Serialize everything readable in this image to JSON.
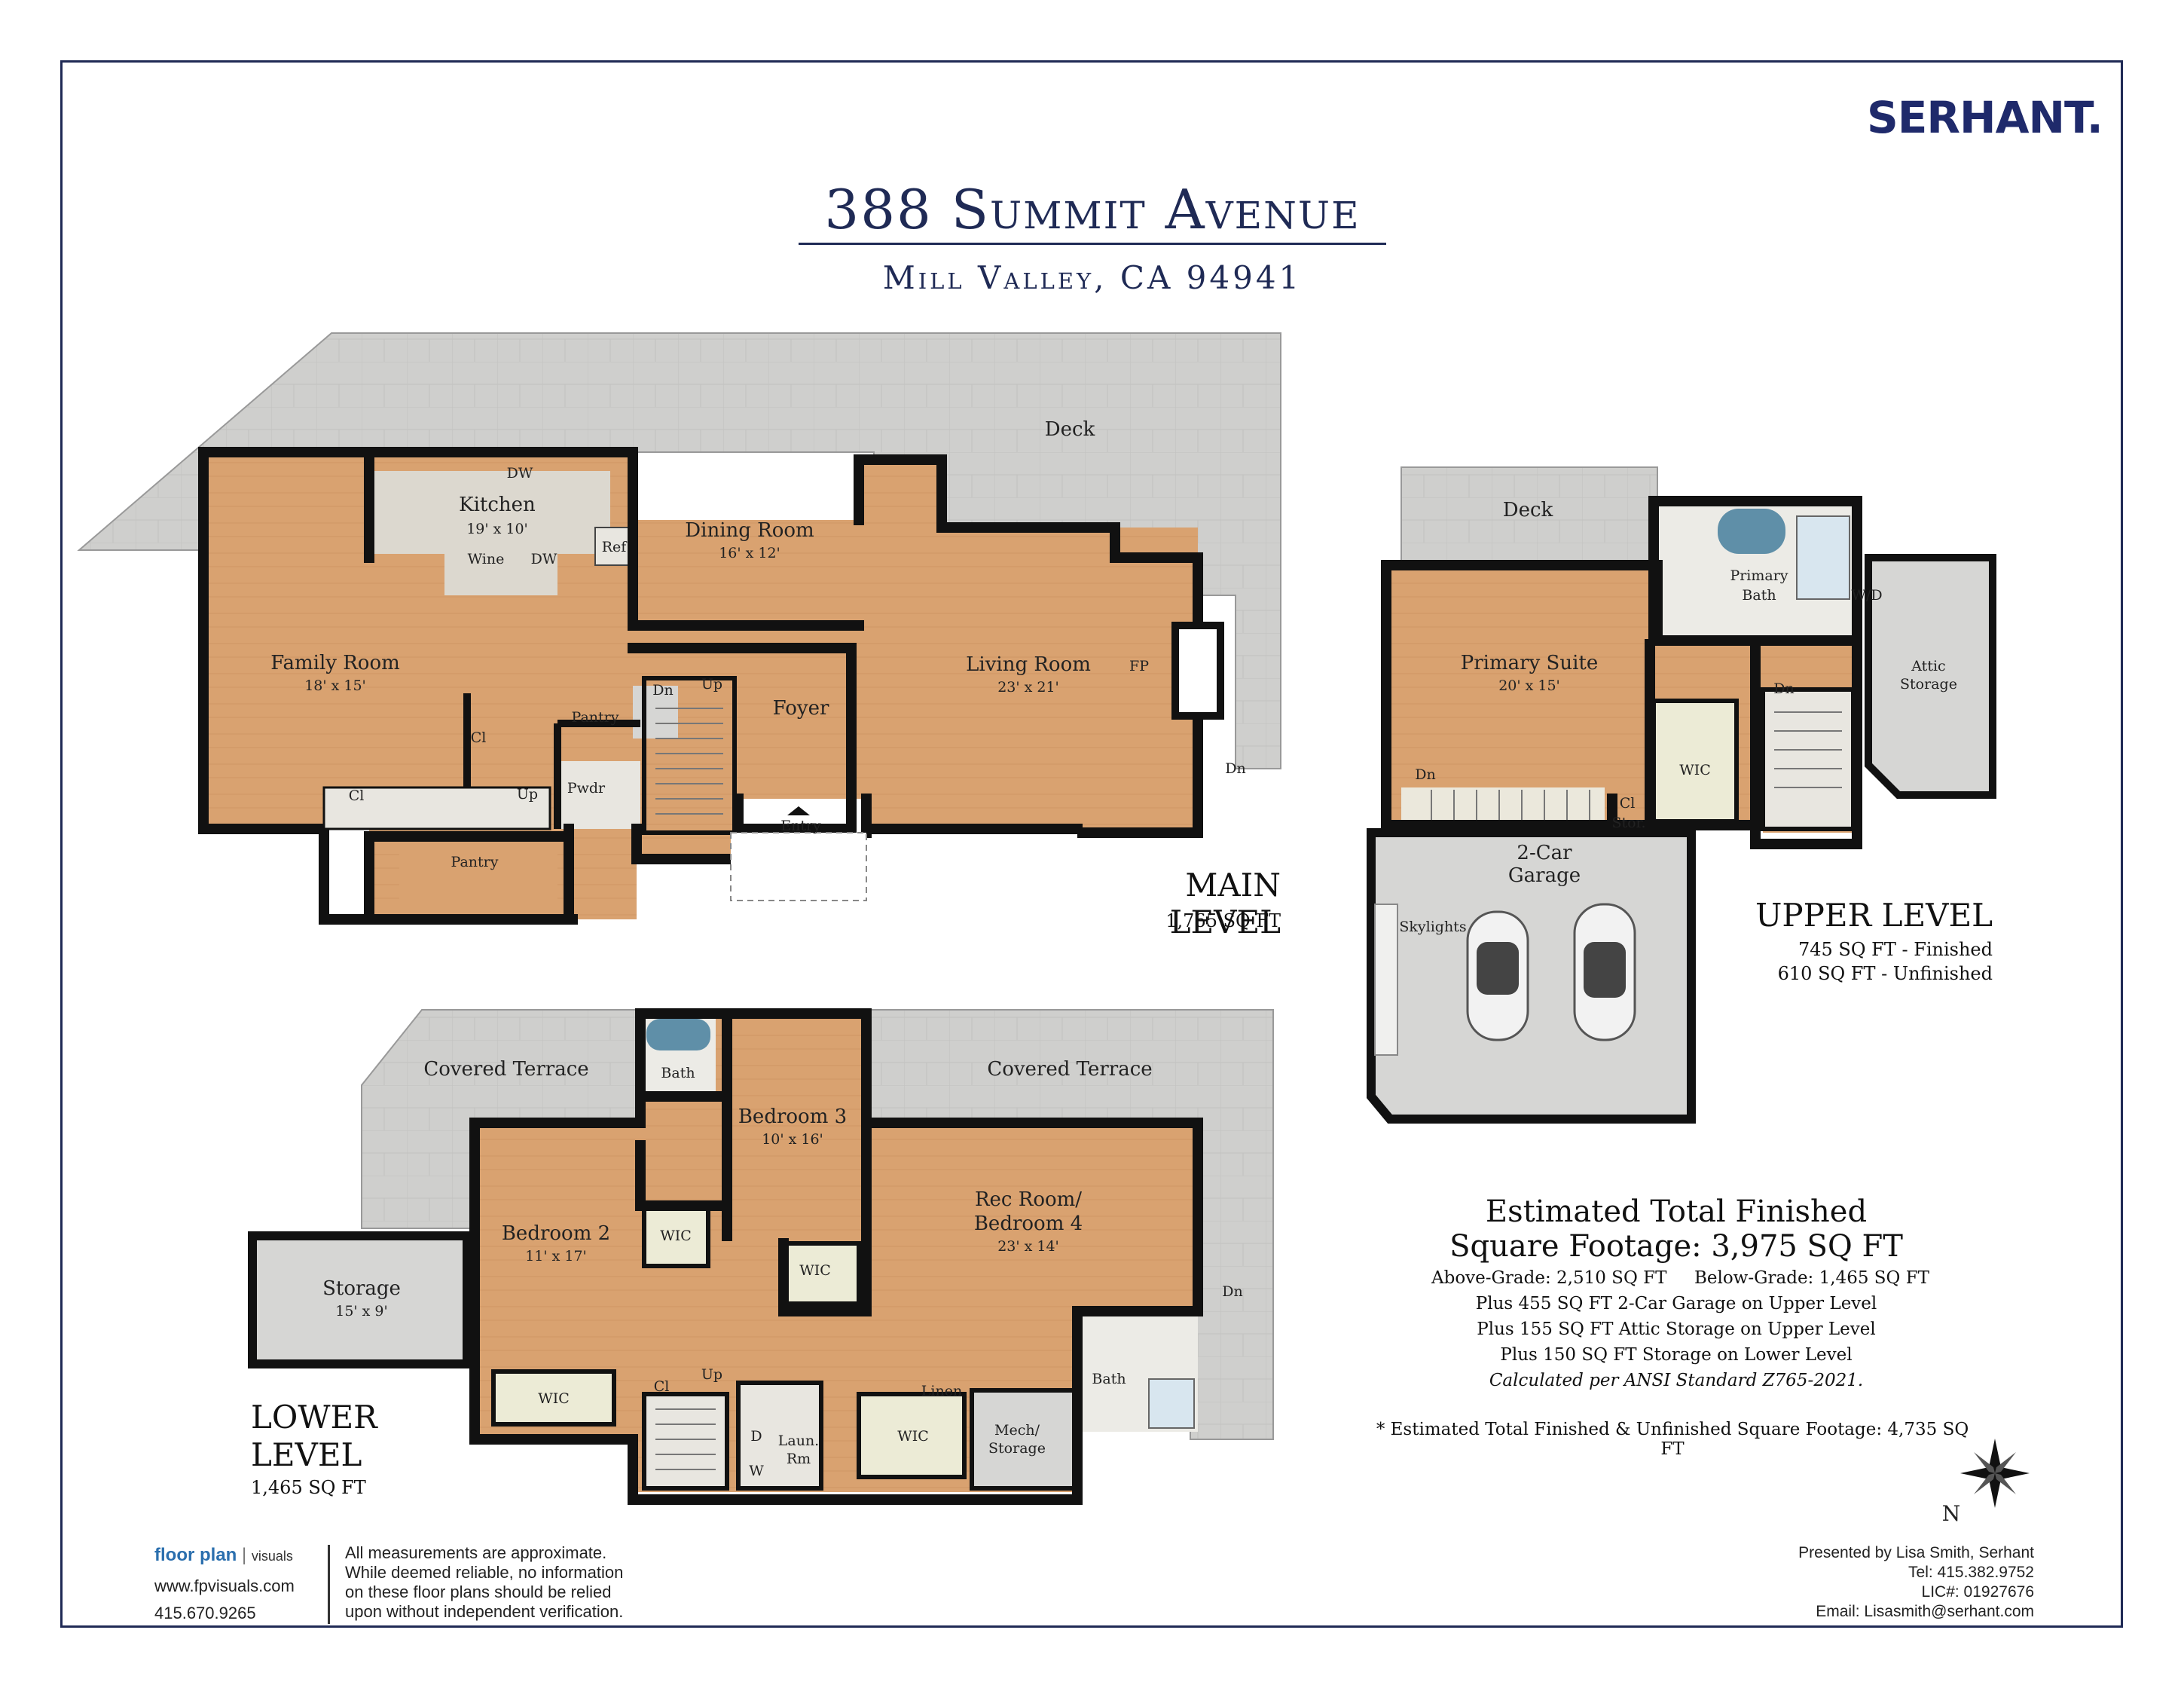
{
  "brand": {
    "logo": "SERHANT."
  },
  "header": {
    "address": "388 Summit Avenue",
    "city": "Mill Valley, CA 94941"
  },
  "levels": {
    "main": {
      "name": "MAIN LEVEL",
      "sqft": "1,765 SQ FT"
    },
    "upper": {
      "name": "UPPER LEVEL",
      "finished": "745 SQ FT - Finished",
      "unfinished": "610 SQ FT - Unfinished"
    },
    "lower": {
      "name_line1": "LOWER",
      "name_line2": "LEVEL",
      "sqft": "1,465 SQ FT"
    }
  },
  "rooms": {
    "deck": "Deck",
    "kitchen": "Kitchen",
    "kitchen_dim": "19' x 10'",
    "dw1": "DW",
    "dw2": "DW",
    "wine": "Wine",
    "ref": "Ref",
    "dining": "Dining Room",
    "dining_dim": "16' x 12'",
    "family": "Family Room",
    "family_dim": "18' x 15'",
    "living": "Living Room",
    "living_dim": "23' x 21'",
    "fp": "FP",
    "foyer": "Foyer",
    "entry": "Entry",
    "dn": "Dn",
    "up": "Up",
    "pantry": "Pantry",
    "pwdr": "Pwdr",
    "cl": "Cl",
    "upper_deck": "Deck",
    "primary_bath": "Primary",
    "primary_bath2": "Bath",
    "wd": "W/D",
    "attic": "Attic",
    "attic2": "Storage",
    "primary_suite": "Primary Suite",
    "primary_suite_dim": "20' x 15'",
    "wic": "WIC",
    "stor": "Stor.",
    "garage": "2-Car",
    "garage2": "Garage",
    "skylights": "Skylights",
    "covered_terrace": "Covered Terrace",
    "bath": "Bath",
    "bedroom3": "Bedroom 3",
    "bedroom3_dim": "10' x 16'",
    "bedroom2": "Bedroom 2",
    "bedroom2_dim": "11' x 17'",
    "rec": "Rec Room/",
    "rec2": "Bedroom 4",
    "rec_dim": "23' x 14'",
    "storage": "Storage",
    "storage_dim": "15' x 9'",
    "laun": "Laun.",
    "laun2": "Rm",
    "d": "D",
    "w": "W",
    "linen": "Linen",
    "mech": "Mech/",
    "mech2": "Storage"
  },
  "summary": {
    "heading1": "Estimated Total Finished",
    "heading2": "Square Footage: 3,975 SQ FT",
    "line1": "Above-Grade: 2,510 SQ FT     Below-Grade: 1,465 SQ FT",
    "line2": "Plus 455 SQ FT 2-Car Garage on Upper Level",
    "line3": "Plus 155 SQ FT Attic Storage on Upper Level",
    "line4": "Plus 150 SQ FT Storage on Lower Level",
    "line5": "Calculated per ANSI Standard Z765-2021.",
    "note": "* Estimated Total Finished & Unfinished Square Footage: 4,735 SQ FT"
  },
  "compass": {
    "label": "N"
  },
  "footer": {
    "brand1": "floor plan",
    "brand2": "visuals",
    "web": "www.fpvisuals.com",
    "phone": "415.670.9265",
    "disclaimer1": "All measurements are approximate.",
    "disclaimer2": "While deemed reliable, no information",
    "disclaimer3": "on these floor plans should be relied",
    "disclaimer4": "upon without independent verification.",
    "presented": "Presented by Lisa Smith, Serhant",
    "tel": "Tel: 415.382.9752",
    "lic": "LIC#: 01927676",
    "email": "Email: Lisasmith@serhant.com"
  },
  "colors": {
    "floor": "#d9a270",
    "deck": "#cfcfcd",
    "wall": "#111111",
    "navy": "#1f2a55"
  }
}
